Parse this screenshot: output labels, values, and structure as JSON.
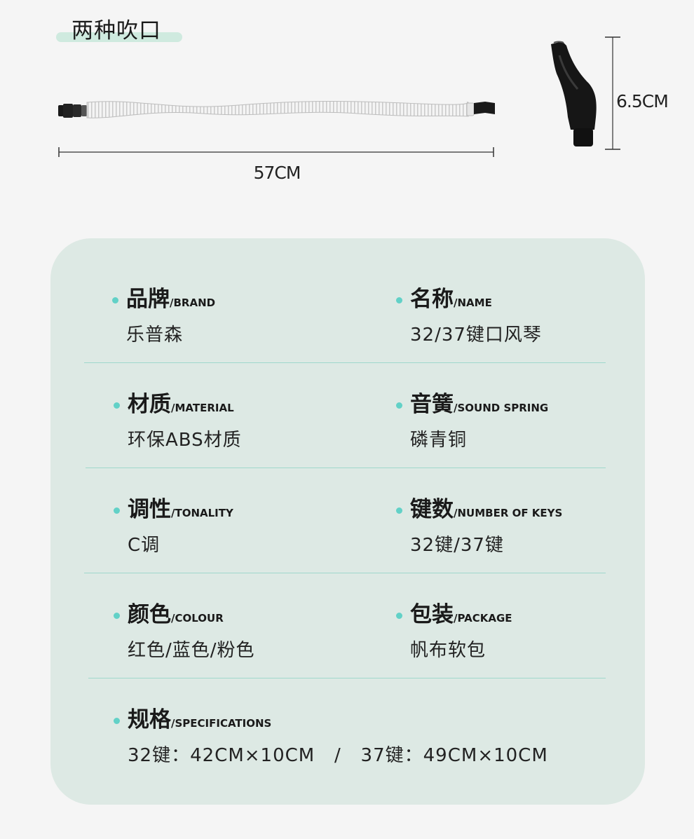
{
  "header": {
    "title": "两种吹口",
    "hose_length_label": "57CM",
    "mouthpiece_height_label": "6.5CM"
  },
  "colors": {
    "card_bg": "#dde9e4",
    "accent_teal": "#62d1c7",
    "divider": "#9fd8cc",
    "title_highlight": "#cfeadf"
  },
  "specs": [
    {
      "cn": "品牌",
      "en": "/BRAND",
      "value": "乐普森"
    },
    {
      "cn": "名称",
      "en": "/NAME",
      "value": "32/37键口风琴"
    },
    {
      "cn": "材质",
      "en": "/MATERIAL",
      "value": "环保ABS材质"
    },
    {
      "cn": "音簧",
      "en": "/SOUND SPRING",
      "value": "磷青铜"
    },
    {
      "cn": "调性",
      "en": "/TONALITY",
      "value": "C调"
    },
    {
      "cn": "键数",
      "en": "/NUMBER OF KEYS",
      "value": "32键/37键"
    },
    {
      "cn": "颜色",
      "en": "/COLOUR",
      "value": "红色/蓝色/粉色"
    },
    {
      "cn": "包装",
      "en": "/PACKAGE",
      "value": "帆布软包"
    },
    {
      "cn": "规格",
      "en": "/SPECIFICATIONS",
      "value": "32键：42CM×10CM   /   37键：49CM×10CM"
    }
  ]
}
